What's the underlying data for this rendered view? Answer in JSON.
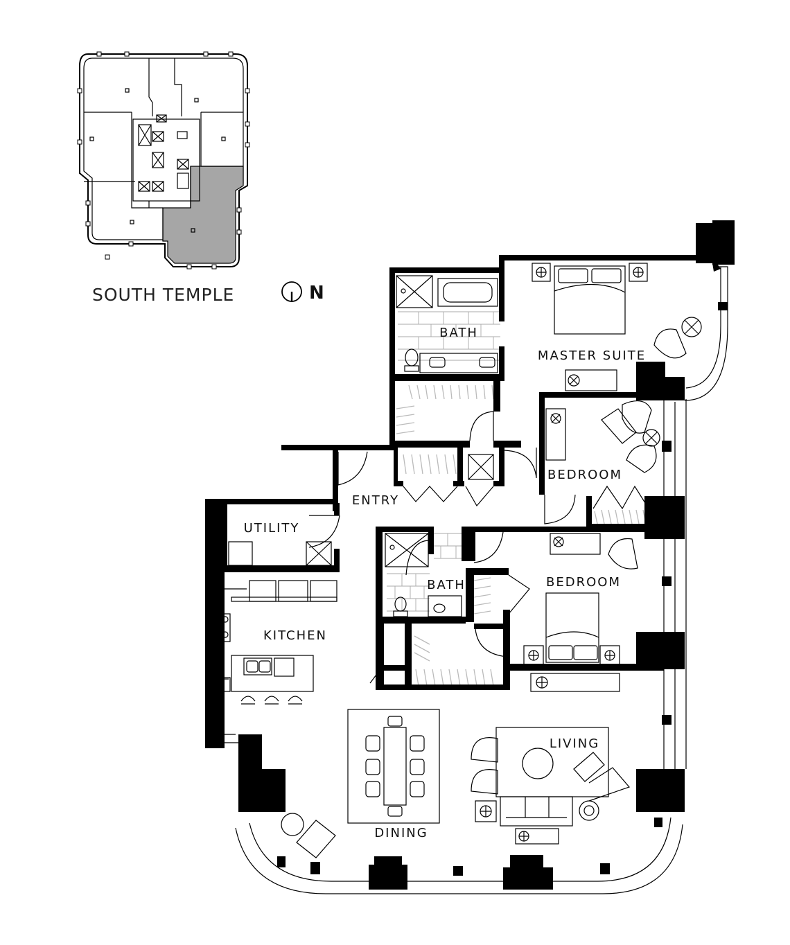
{
  "key_plan": {
    "building_label": "SOUTH TEMPLE",
    "north_label": "N",
    "highlight_color": "#a6a6a6"
  },
  "rooms": {
    "master_suite": "MASTER SUITE",
    "master_bath": "BATH",
    "bedroom_north": "BEDROOM",
    "entry": "ENTRY",
    "utility": "UTILITY",
    "hall_bath": "BATH",
    "bedroom_middle": "BEDROOM",
    "kitchen": "KITCHEN",
    "living": "LIVING",
    "dining": "DINING"
  },
  "colors": {
    "wall": "#000000",
    "hatch": "#bbbbbb"
  }
}
